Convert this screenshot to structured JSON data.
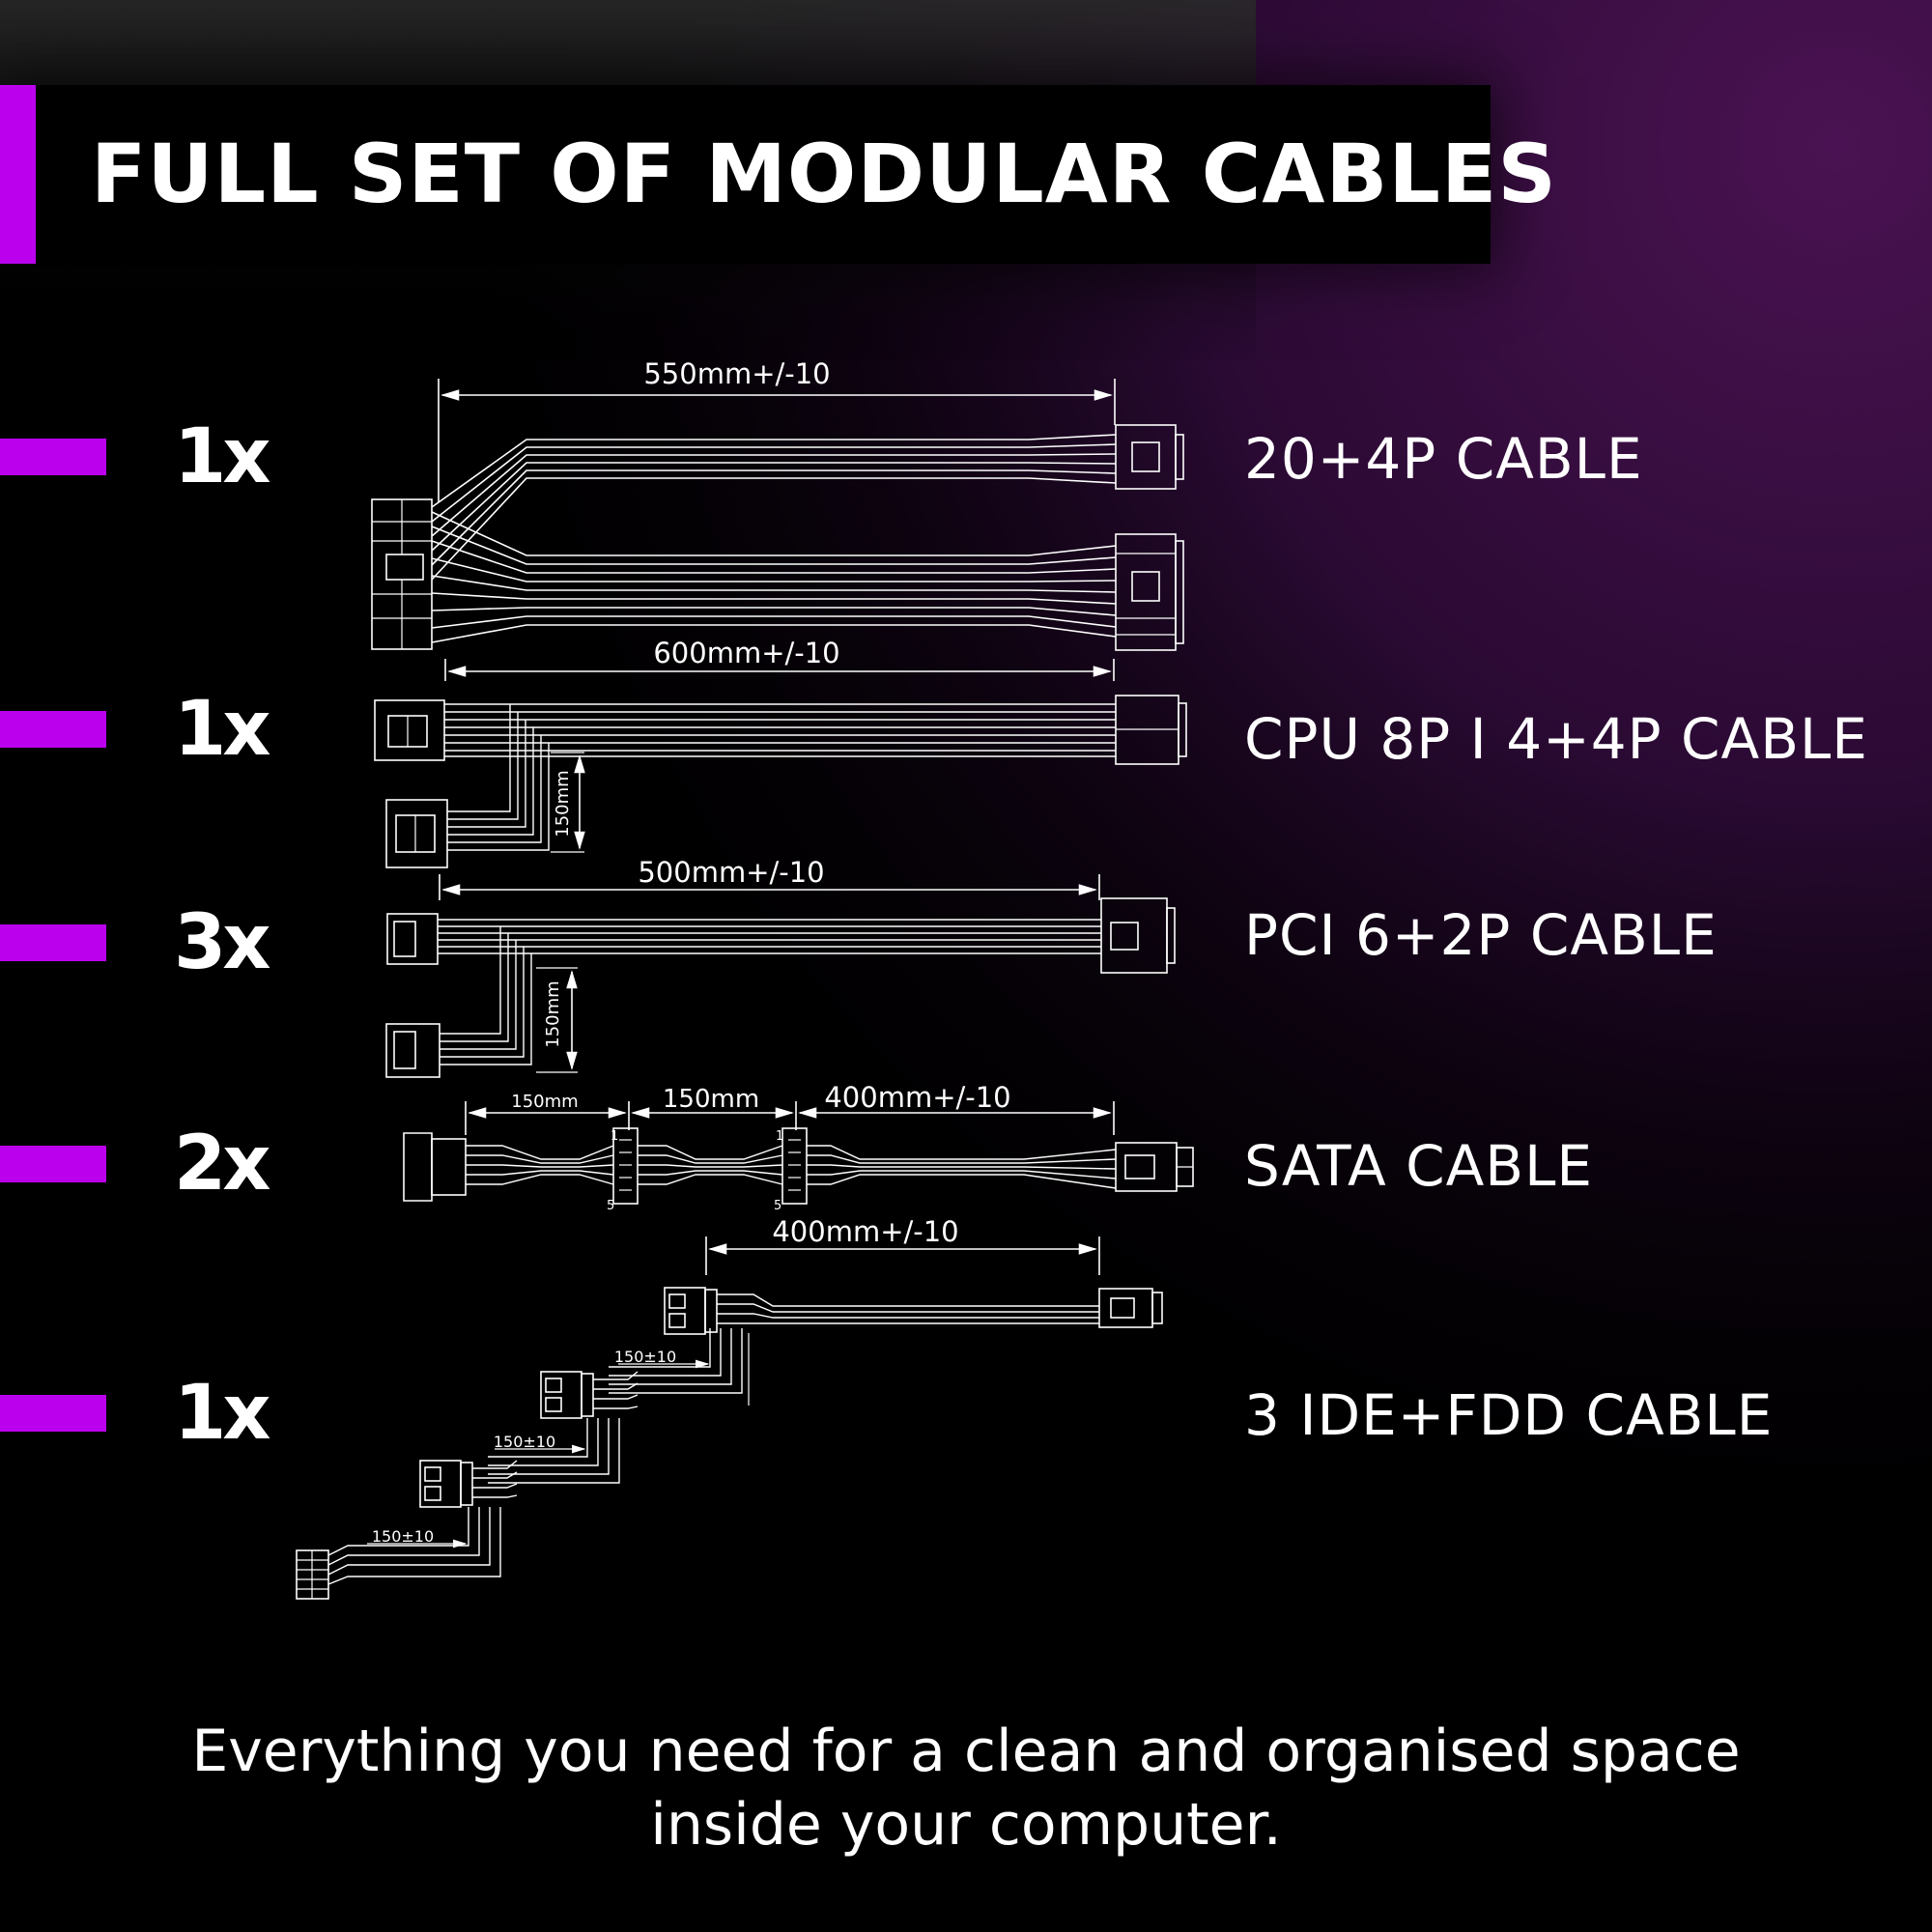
{
  "title": "FULL SET OF MODULAR CABLES",
  "colors": {
    "accent": "#bb00ee",
    "glow": "#5a1866",
    "background": "#000000",
    "line": "#ffffff"
  },
  "rows": [
    {
      "qty": "1x",
      "name": "20+4P CABLE"
    },
    {
      "qty": "1x",
      "name": "CPU 8P I 4+4P CABLE"
    },
    {
      "qty": "3x",
      "name": "PCI 6+2P CABLE"
    },
    {
      "qty": "2x",
      "name": "SATA CABLE"
    },
    {
      "qty": "1x",
      "name": "3 IDE+FDD CABLE"
    }
  ],
  "dimensions": {
    "atx_length": "550mm+/-10",
    "cpu_length": "600mm+/-10",
    "cpu_branch": "150mm",
    "pci_length": "500mm+/-10",
    "pci_branch": "150mm",
    "sata_seg1": "150mm",
    "sata_seg2": "150mm",
    "sata_seg3": "400mm+/-10",
    "sata_pin_top": "1",
    "sata_pin_bottom": "5",
    "ide_length": "400mm+/-10",
    "ide_seg1": "150±10",
    "ide_seg2": "150±10",
    "ide_seg3": "150±10"
  },
  "tagline": {
    "line1": "Everything you need for a clean and organised space",
    "line2": "inside your computer."
  }
}
